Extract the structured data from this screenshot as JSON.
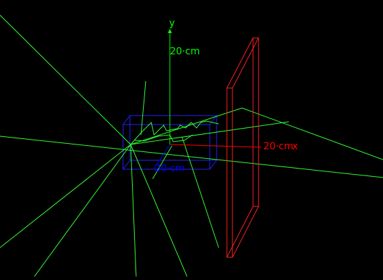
{
  "scene": {
    "background": "#000000",
    "axes": {
      "y": {
        "name": "y",
        "length_label": "20·cm",
        "color": "#00ff00"
      },
      "x": {
        "length_label": "20·cm",
        "name": "x",
        "color": "#ff0000"
      },
      "z": {
        "length_label": "20·cm",
        "color": "#0000ff"
      }
    },
    "colors": {
      "tracks": "#33ff33",
      "detector_plane": "#ff2020",
      "envelope_box": "#2222ff"
    }
  }
}
